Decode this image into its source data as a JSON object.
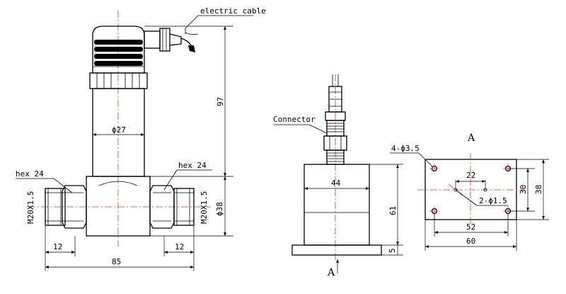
{
  "labels": {
    "electric_cable": "electric cable",
    "hex_left": "hex 24",
    "hex_right": "hex 24",
    "diameter_27": "ϕ27",
    "thread_left": "M20X1.5",
    "thread_right": "M20X1.5",
    "diameter_38": "ϕ38",
    "height_97": "97",
    "port_length_left": "12",
    "port_length_right": "12",
    "overall_width_85": "85",
    "connector": "Connector",
    "width_44": "44",
    "height_61": "61",
    "base_thickness_5": "5",
    "section_mark_bottom": "A",
    "view_title": "A",
    "mount_holes": "4-ϕ3.5",
    "hole_spacing_22": "22",
    "pin_holes": "2-ϕ1.5",
    "hole_spacing_30": "30",
    "plate_height_38": "38",
    "hole_spacing_52": "52",
    "plate_width_60": "60"
  }
}
